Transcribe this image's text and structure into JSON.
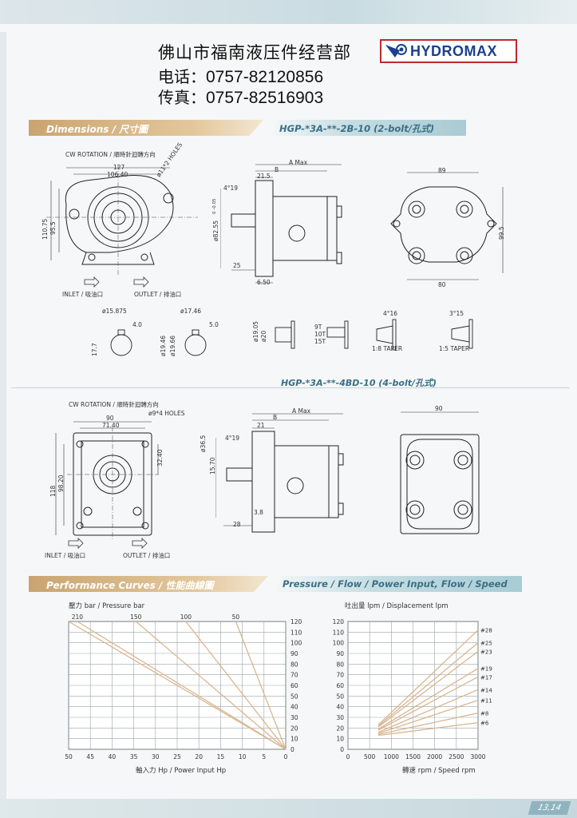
{
  "header": {
    "company_name": "佛山市福南液压件经营部",
    "phone_label": "电话：",
    "phone": "0757-82120856",
    "fax_label": "传真：",
    "fax": "0757-82516903",
    "brand": "HYDROMAX",
    "brand_icon": "hydromax-logo-icon",
    "colors": {
      "brand_red": "#c0282f",
      "brand_blue": "#1d3f8f"
    }
  },
  "section1": {
    "title": "Dimensions / 尺寸圖",
    "model": "HGP-*3A-**-2B-10 (2-bolt/孔式)",
    "front": {
      "rotation": "CW ROTATION / 順時針迴轉方向",
      "dims": [
        "127",
        "106.40",
        "110.75",
        "95.5",
        "ø11*2 HOLES"
      ],
      "inlet": "INLET / 吸油口",
      "outlet": "OUTLET / 排油口"
    },
    "side": {
      "dims": [
        "A Max",
        "B",
        "21.5",
        "4°19",
        "ø82.55",
        "25",
        "6.50"
      ],
      "tol": "0 -0.05"
    },
    "rear": {
      "dims": [
        "89",
        "99.5",
        "80"
      ]
    },
    "shafts": {
      "a": [
        "ø15.875",
        "4.0",
        "17.7"
      ],
      "b": [
        "ø17.46",
        "5.0",
        "ø19.46",
        "ø19.66"
      ],
      "c": [
        "ø19.05",
        "ø20",
        "9T",
        "10T",
        "15T"
      ],
      "d": [
        "4°16",
        "1:8 TAPER"
      ],
      "e": [
        "3°15",
        "1:5 TAPER"
      ]
    }
  },
  "section2": {
    "model": "HGP-*3A-**-4BD-10 (4-bolt/孔式)",
    "front": {
      "rotation": "CW ROTATION / 順時針迴轉方向",
      "holes": "ø9*4 HOLES",
      "dims": [
        "90",
        "71.40",
        "118",
        "98.20",
        "32.40"
      ],
      "inlet": "INLET / 吸油口",
      "outlet": "OUTLET / 排油口"
    },
    "side": {
      "dims": [
        "A Max",
        "B",
        "21",
        "4°19",
        "ø36.5",
        "15.70",
        "3.8",
        "28"
      ]
    },
    "rear": {
      "dims": [
        "90"
      ]
    }
  },
  "performance": {
    "title": "Performance Curves / 性能曲線圖",
    "subtitle": "Pressure / Flow / Power Input, Flow / Speed"
  },
  "chart_data": [
    {
      "type": "line",
      "top_label": "壓力 bar / Pressure bar",
      "xlabel": "軸入力 Hp / Power Input Hp",
      "ylabel": "",
      "x_ticks": [
        "50",
        "45",
        "40",
        "35",
        "30",
        "25",
        "20",
        "15",
        "10",
        "5",
        "0"
      ],
      "y_ticks": [
        "0",
        "10",
        "20",
        "30",
        "40",
        "50",
        "60",
        "70",
        "80",
        "90",
        "100",
        "110",
        "120"
      ],
      "top_ticks": [
        {
          "label": "210",
          "x": 48
        },
        {
          "label": "150",
          "x": 34.5
        },
        {
          "label": "100",
          "x": 23
        },
        {
          "label": "50",
          "x": 11.5
        }
      ],
      "xlim": [
        50,
        0
      ],
      "ylim": [
        0,
        120
      ],
      "series": [
        {
          "x": [
            50,
            0
          ],
          "y": [
            120,
            0
          ]
        },
        {
          "x": [
            48,
            0
          ],
          "y": [
            120,
            0
          ]
        },
        {
          "x": [
            34.5,
            0
          ],
          "y": [
            120,
            0
          ]
        },
        {
          "x": [
            23,
            0
          ],
          "y": [
            120,
            0
          ]
        },
        {
          "x": [
            11.5,
            0
          ],
          "y": [
            120,
            0
          ]
        }
      ],
      "grid": true,
      "colors": {
        "line": "#d9b690",
        "grid": "#9aa4a8"
      }
    },
    {
      "type": "line",
      "top_label": "吐出量 lpm / Displacement lpm",
      "xlabel": "轉速 rpm / Speed rpm",
      "ylabel": "",
      "x_ticks": [
        "0",
        "500",
        "1000",
        "1500",
        "2000",
        "2500",
        "3000"
      ],
      "y_ticks": [
        "0",
        "10",
        "20",
        "30",
        "40",
        "50",
        "60",
        "70",
        "80",
        "90",
        "100",
        "110",
        "120"
      ],
      "xlim": [
        0,
        3000
      ],
      "ylim": [
        0,
        120
      ],
      "series": [
        {
          "name": "#28",
          "x": [
            700,
            3000
          ],
          "y": [
            23,
            112
          ]
        },
        {
          "name": "#25",
          "x": [
            700,
            3000
          ],
          "y": [
            22,
            100
          ]
        },
        {
          "name": "#23",
          "x": [
            700,
            3000
          ],
          "y": [
            21,
            92
          ]
        },
        {
          "name": "#19",
          "x": [
            700,
            3000
          ],
          "y": [
            19,
            76
          ]
        },
        {
          "name": "#17",
          "x": [
            700,
            3000
          ],
          "y": [
            18,
            68
          ]
        },
        {
          "name": "#14",
          "x": [
            700,
            3000
          ],
          "y": [
            16,
            56
          ]
        },
        {
          "name": "#11",
          "x": [
            700,
            3000
          ],
          "y": [
            15,
            46
          ]
        },
        {
          "name": "#8",
          "x": [
            700,
            3000
          ],
          "y": [
            14,
            34
          ]
        },
        {
          "name": "#6",
          "x": [
            700,
            3000
          ],
          "y": [
            13,
            25
          ]
        }
      ],
      "grid": true,
      "colors": {
        "line": "#d9b690",
        "grid": "#9aa4a8"
      }
    }
  ]
}
